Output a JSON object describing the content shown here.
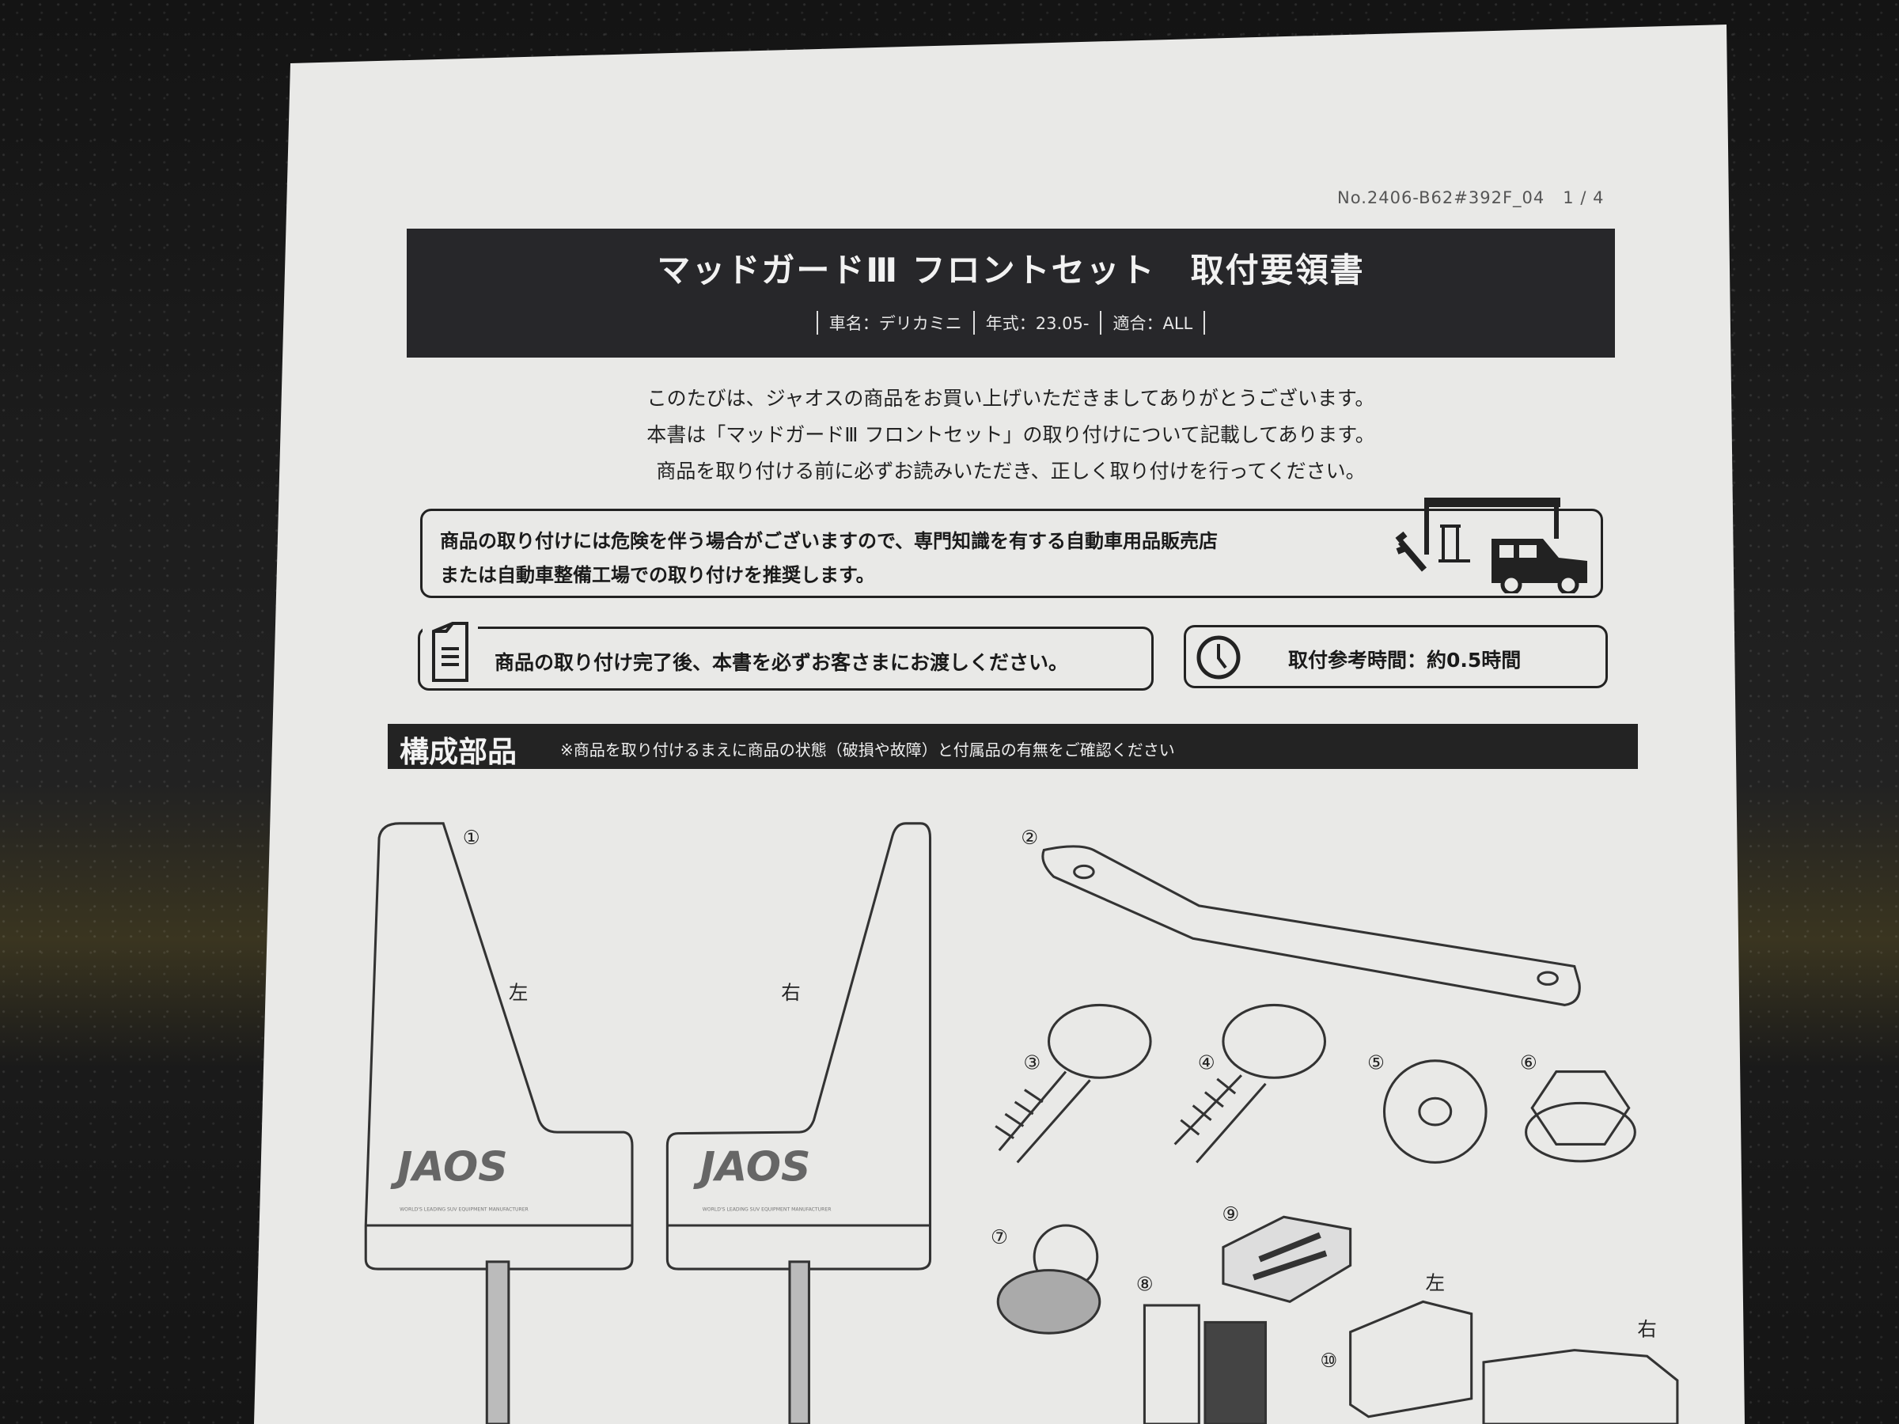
{
  "header": {
    "doc_number": "No.2406-B62#392F_04",
    "page": "1 / 4",
    "title": "マッドガードⅢ フロントセット　取付要領書",
    "vehicle": "車名：デリカミニ",
    "year": "年式：23.05-",
    "fitment": "適合：ALL"
  },
  "intro": [
    "このたびは、ジャオスの商品をお買い上げいただきましてありがとうございます。",
    "本書は「マッドガードⅢ フロントセット」の取り付けについて記載してあります。",
    "商品を取り付ける前に必ずお読みいただき、正しく取り付けを行ってください。"
  ],
  "warning": {
    "line1": "商品の取り付けには危険を伴う場合がございますので、専門知識を有する自動車用品販売店",
    "line2": "または自動車整備工場での取り付けを推奨します。",
    "icon": "wrench-shop-car-icon"
  },
  "handover": {
    "text": "商品の取り付け完了後、本書を必ずお客さまにお渡しください。",
    "icon": "document-icon"
  },
  "install_time": {
    "text": "取付参考時間：約0.5時間",
    "icon": "clock-icon"
  },
  "section": {
    "title": "構成部品",
    "note": "※商品を取り付けるまえに商品の状態（破損や故障）と付属品の有無をご確認ください"
  },
  "parts": {
    "labels": [
      "①",
      "②",
      "③",
      "④",
      "⑤",
      "⑥",
      "⑦",
      "⑧",
      "⑨",
      "⑩"
    ],
    "left": "左",
    "right": "右",
    "logo": "JAOS",
    "logo_tagline": "WORLD'S LEADING SUV EQUIPMENT MANUFACTURER"
  }
}
